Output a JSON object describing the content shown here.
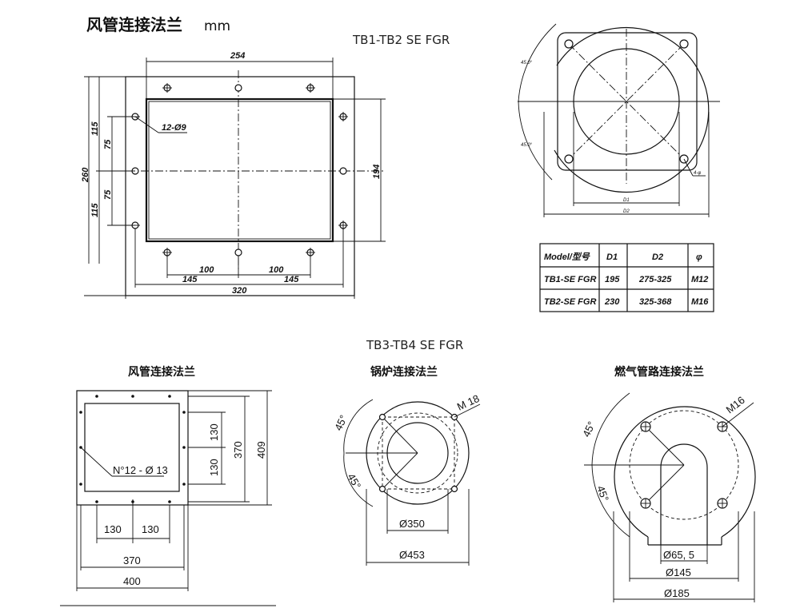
{
  "header": {
    "title": "风管连接法兰",
    "unit": "mm",
    "subtitle_top": "TB1-TB2 SE FGR",
    "subtitle_bottom": "TB3-TB4 SE FGR"
  },
  "top_flange": {
    "dims": {
      "width_254": "254",
      "holes": "12-Ø9",
      "h115_top": "115",
      "h75_top": "75",
      "h260": "260",
      "h75_bot": "75",
      "h115_bot": "115",
      "h194": "194",
      "w100_l": "100",
      "w100_r": "100",
      "w145_l": "145",
      "w145_r": "145",
      "w320": "320"
    }
  },
  "burner_view": {
    "angle_top": "45.0°",
    "angle_bot": "45.0°",
    "d1": "D1",
    "d2": "D2",
    "holes": "4-φ"
  },
  "spec_table": {
    "headers": [
      "Model/型号",
      "D1",
      "D2",
      "φ"
    ],
    "rows": [
      [
        "TB1-SE FGR",
        "195",
        "275-325",
        "M12"
      ],
      [
        "TB2-SE FGR",
        "230",
        "325-368",
        "M16"
      ]
    ]
  },
  "bottom_left": {
    "heading": "风管连接法兰",
    "dims": {
      "v130_top": "130",
      "v130_bot": "130",
      "v370": "370",
      "v409": "409",
      "holes": "N°12 - Ø 13",
      "h130_l": "130",
      "h130_r": "130",
      "h370": "370",
      "h400": "400"
    }
  },
  "bottom_mid": {
    "heading": "锅炉连接法兰",
    "dims": {
      "angle_top": "45°",
      "angle_bot": "45°",
      "thread": "M 18",
      "d350": "Ø350",
      "d453": "Ø453"
    }
  },
  "bottom_right": {
    "heading": "燃气管路连接法兰",
    "dims": {
      "angle_top": "45°",
      "angle_bot": "45°",
      "thread": "M16",
      "d65": "Ø65, 5",
      "d145": "Ø145",
      "d185": "Ø185"
    }
  }
}
